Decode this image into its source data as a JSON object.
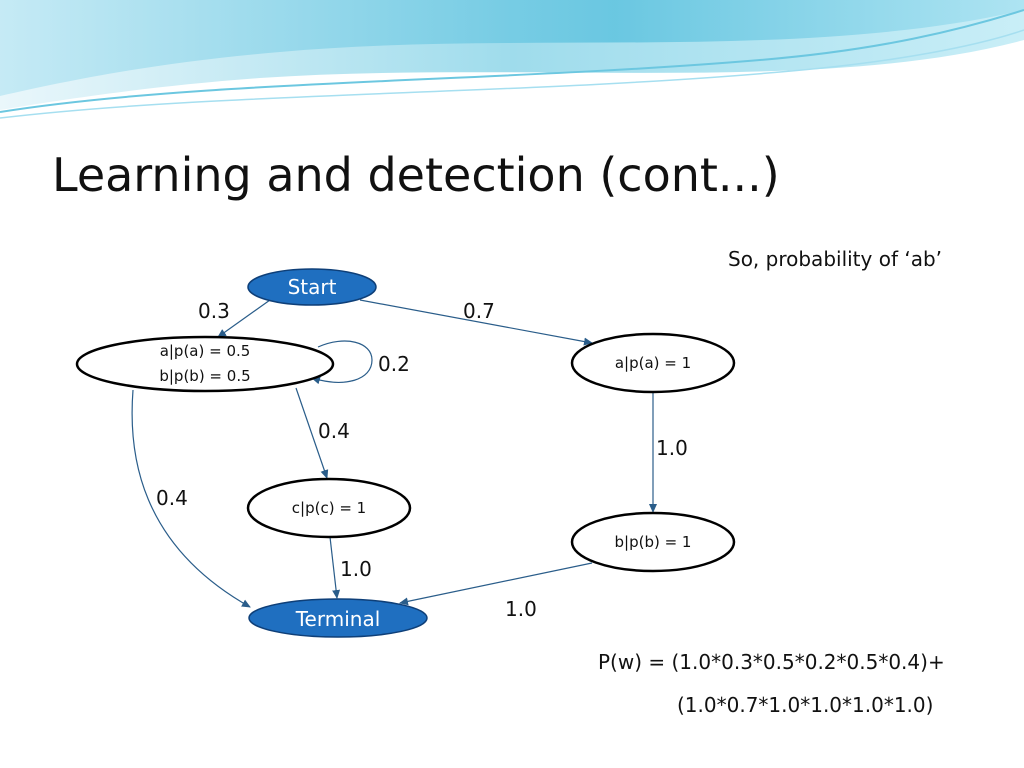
{
  "slide": {
    "title": "Learning and detection (cont...)",
    "note": "So, probability of ‘ab’",
    "formula_line1": "P(w) = (1.0*0.3*0.5*0.2*0.5*0.4)+",
    "formula_line2": "(1.0*0.7*1.0*1.0*1.0*1.0)"
  },
  "diagram": {
    "nodes": {
      "start": {
        "label": "Start"
      },
      "left_state": {
        "line1": "a|p(a) = 0.5",
        "line2": "b|p(b) = 0.5"
      },
      "right_a": {
        "label": "a|p(a) = 1"
      },
      "c_state": {
        "label": "c|p(c) = 1"
      },
      "right_b": {
        "label": "b|p(b) = 1"
      },
      "terminal": {
        "label": "Terminal"
      }
    },
    "edges": {
      "start_to_left": "0.3",
      "start_to_right": "0.7",
      "left_self_loop": "0.2",
      "left_to_c": "0.4",
      "left_to_terminal": "0.4",
      "right_a_to_b": "1.0",
      "c_to_terminal": "1.0",
      "b_to_terminal": "1.0"
    }
  },
  "colors": {
    "node_fill_blue": "#1f6fc0",
    "edge_color": "#2a5d8a",
    "wave_light": "#bfe8f4",
    "wave_mid": "#7fd0e6"
  }
}
